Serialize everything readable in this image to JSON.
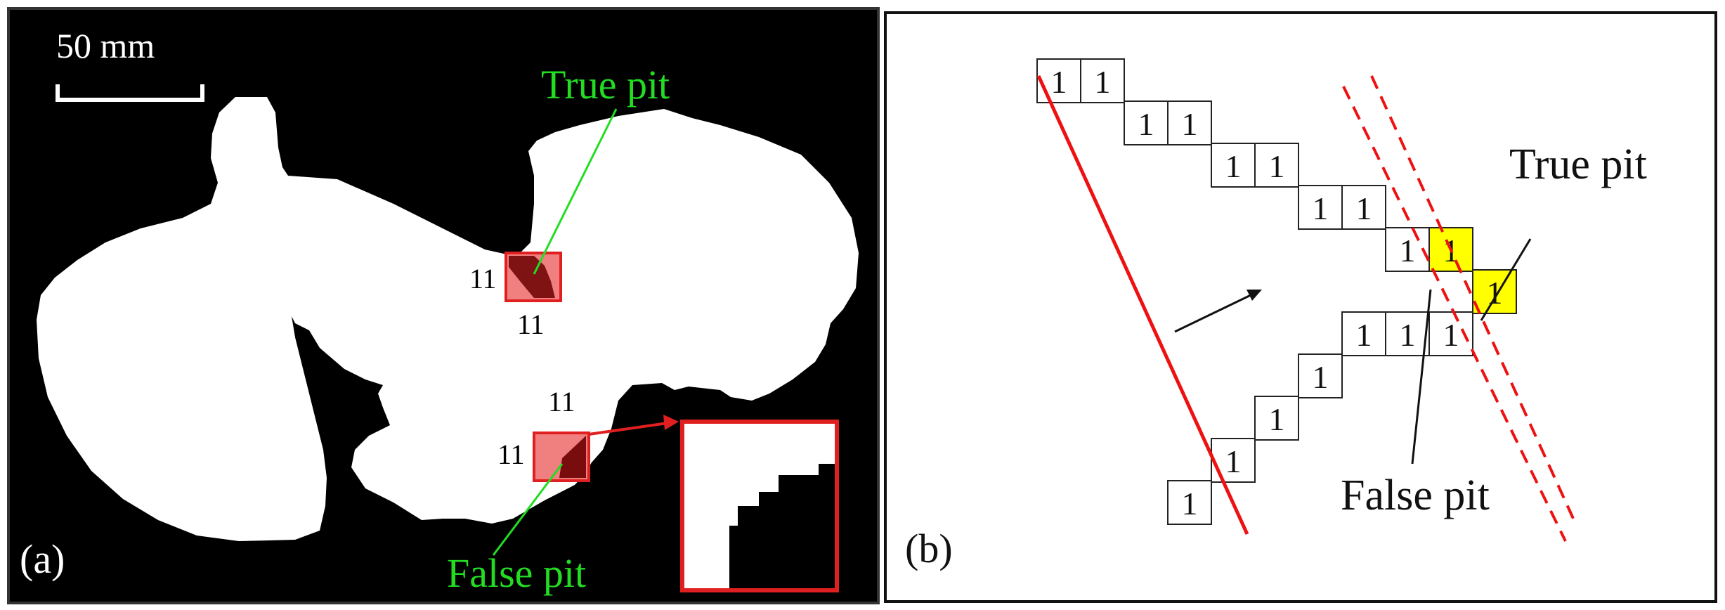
{
  "panel_a": {
    "panel_label": "(a)",
    "scale_bar_label": "50 mm",
    "true_pit_label": "True pit",
    "false_pit_label": "False pit",
    "code_labels": {
      "upper_left": "11",
      "upper_below": "11",
      "lower_above": "11",
      "lower_left": "11"
    },
    "colors": {
      "background": "#000000",
      "shape": "#ffffff",
      "highlight": "#f08080",
      "highlight_border": "#e02020",
      "pit_callout": "#22dd22",
      "pit_dark": "#6b0000"
    }
  },
  "panel_b": {
    "panel_label": "(b)",
    "true_pit_label": "True pit",
    "false_pit_label": "False pit",
    "cell_value": "1",
    "colors": {
      "cell_border": "#222222",
      "highlight_cell": "#ffff00",
      "line": "#ee1111"
    }
  }
}
